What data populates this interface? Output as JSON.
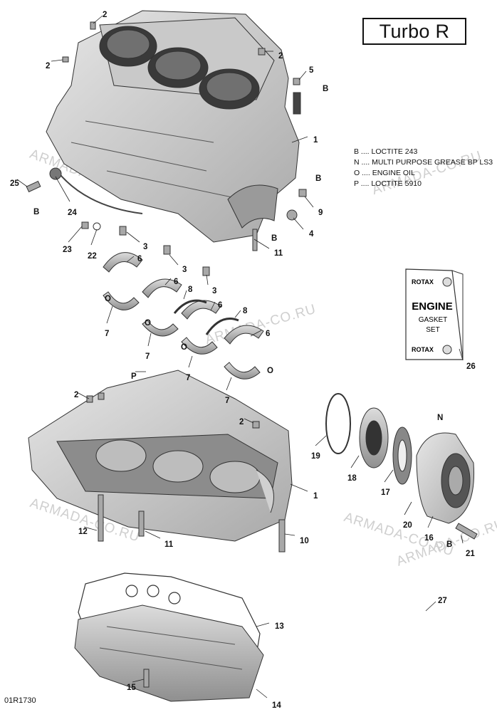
{
  "title": "Turbo R",
  "diagram_code": "01R1730",
  "watermark": "ARMADA-CO.RU",
  "legend": [
    {
      "code": "B",
      "text": "LOCTITE 243"
    },
    {
      "code": "N",
      "text": "MULTI PURPOSE GREASE BP LS3"
    },
    {
      "code": "O",
      "text": "ENGINE OIL"
    },
    {
      "code": "P",
      "text": "LOCTITE 5910"
    }
  ],
  "gasket_set": {
    "brand": "ROTAX",
    "line1": "ENGINE",
    "line2": "GASKET",
    "line3": "SET"
  },
  "callouts": [
    {
      "n": "2"
    },
    {
      "n": "2"
    },
    {
      "n": "2"
    },
    {
      "n": "5"
    },
    {
      "n": "B"
    },
    {
      "n": "1"
    },
    {
      "n": "25"
    },
    {
      "n": "B"
    },
    {
      "n": "24"
    },
    {
      "n": "B"
    },
    {
      "n": "9"
    },
    {
      "n": "B"
    },
    {
      "n": "4"
    },
    {
      "n": "23"
    },
    {
      "n": "22"
    },
    {
      "n": "3"
    },
    {
      "n": "3"
    },
    {
      "n": "3"
    },
    {
      "n": "11"
    },
    {
      "n": "6"
    },
    {
      "n": "O"
    },
    {
      "n": "7"
    },
    {
      "n": "6"
    },
    {
      "n": "8"
    },
    {
      "n": "O"
    },
    {
      "n": "6"
    },
    {
      "n": "8"
    },
    {
      "n": "7"
    },
    {
      "n": "O"
    },
    {
      "n": "6"
    },
    {
      "n": "O"
    },
    {
      "n": "7"
    },
    {
      "n": "7"
    },
    {
      "n": "P"
    },
    {
      "n": "26"
    },
    {
      "n": "2"
    },
    {
      "n": "2"
    },
    {
      "n": "N"
    },
    {
      "n": "19"
    },
    {
      "n": "18"
    },
    {
      "n": "17"
    },
    {
      "n": "1"
    },
    {
      "n": "20"
    },
    {
      "n": "16"
    },
    {
      "n": "B"
    },
    {
      "n": "21"
    },
    {
      "n": "12"
    },
    {
      "n": "11"
    },
    {
      "n": "10"
    },
    {
      "n": "27"
    },
    {
      "n": "13"
    },
    {
      "n": "15"
    },
    {
      "n": "14"
    }
  ]
}
